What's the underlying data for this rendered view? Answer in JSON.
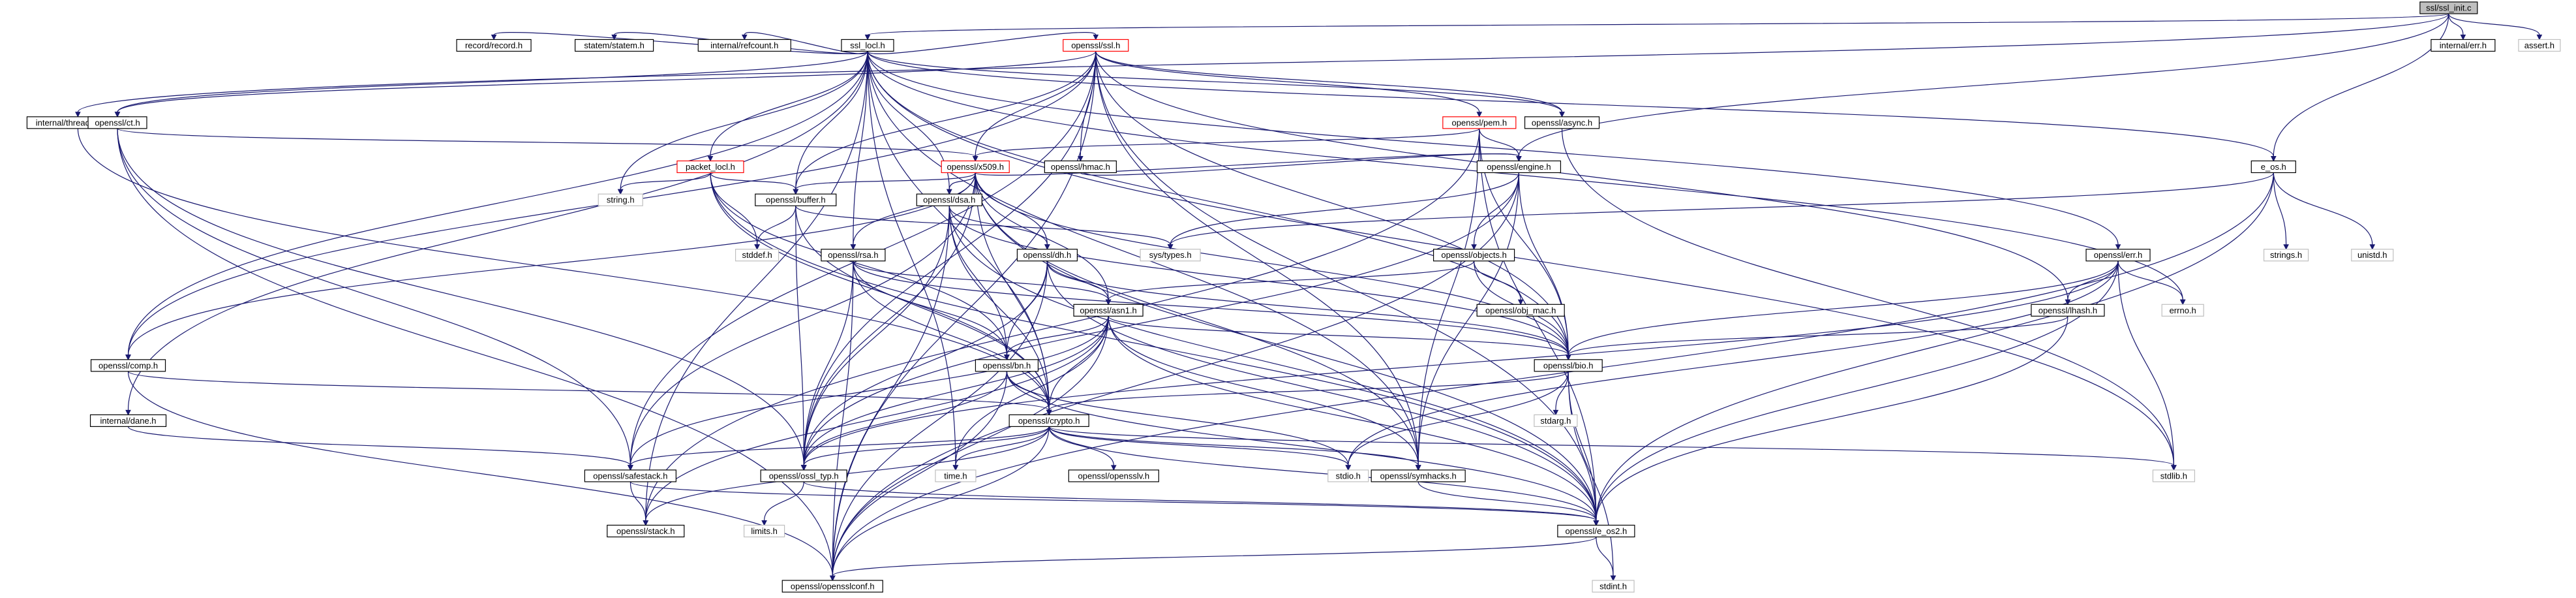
{
  "nodes": [
    {
      "id": "ssl_init",
      "label": "ssl/ssl_init.c",
      "kind": "root"
    },
    {
      "id": "ssl_locl",
      "label": "ssl_locl.h",
      "kind": "link"
    },
    {
      "id": "thread_once",
      "label": "internal/thread_once.h",
      "kind": "link"
    },
    {
      "id": "internal_err",
      "label": "internal/err.h",
      "kind": "link"
    },
    {
      "id": "assert",
      "label": "assert.h",
      "kind": "plain"
    },
    {
      "id": "e_os",
      "label": "e_os.h",
      "kind": "link"
    },
    {
      "id": "openssl_engine",
      "label": "openssl/engine.h",
      "kind": "link"
    },
    {
      "id": "record",
      "label": "record/record.h",
      "kind": "link"
    },
    {
      "id": "statem",
      "label": "statem/statem.h",
      "kind": "link"
    },
    {
      "id": "refcount",
      "label": "internal/refcount.h",
      "kind": "link"
    },
    {
      "id": "openssl_ssl",
      "label": "openssl/ssl.h",
      "kind": "red"
    },
    {
      "id": "openssl_async",
      "label": "openssl/async.h",
      "kind": "link"
    },
    {
      "id": "openssl_ct",
      "label": "openssl/ct.h",
      "kind": "link"
    },
    {
      "id": "packet_locl",
      "label": "packet_locl.h",
      "kind": "red"
    },
    {
      "id": "openssl_pem",
      "label": "openssl/pem.h",
      "kind": "red"
    },
    {
      "id": "openssl_hmac",
      "label": "openssl/hmac.h",
      "kind": "link"
    },
    {
      "id": "openssl_x509",
      "label": "openssl/x509.h",
      "kind": "red"
    },
    {
      "id": "string",
      "label": "string.h",
      "kind": "plain"
    },
    {
      "id": "openssl_buffer",
      "label": "openssl/buffer.h",
      "kind": "link"
    },
    {
      "id": "openssl_dsa",
      "label": "openssl/dsa.h",
      "kind": "link"
    },
    {
      "id": "openssl_rsa",
      "label": "openssl/rsa.h",
      "kind": "link"
    },
    {
      "id": "openssl_dh",
      "label": "openssl/dh.h",
      "kind": "link"
    },
    {
      "id": "openssl_objects",
      "label": "openssl/objects.h",
      "kind": "link"
    },
    {
      "id": "obj_mac",
      "label": "openssl/obj_mac.h",
      "kind": "link"
    },
    {
      "id": "openssl_err",
      "label": "openssl/err.h",
      "kind": "link"
    },
    {
      "id": "openssl_lhash",
      "label": "openssl/lhash.h",
      "kind": "link"
    },
    {
      "id": "errno",
      "label": "errno.h",
      "kind": "plain"
    },
    {
      "id": "sys_types",
      "label": "sys/types.h",
      "kind": "plain"
    },
    {
      "id": "stddef",
      "label": "stddef.h",
      "kind": "plain"
    },
    {
      "id": "strings",
      "label": "strings.h",
      "kind": "plain"
    },
    {
      "id": "unistd",
      "label": "unistd.h",
      "kind": "plain"
    },
    {
      "id": "openssl_asn1",
      "label": "openssl/asn1.h",
      "kind": "link"
    },
    {
      "id": "openssl_bn",
      "label": "openssl/bn.h",
      "kind": "link"
    },
    {
      "id": "openssl_bio",
      "label": "openssl/bio.h",
      "kind": "link"
    },
    {
      "id": "openssl_comp",
      "label": "openssl/comp.h",
      "kind": "link"
    },
    {
      "id": "internal_dane",
      "label": "internal/dane.h",
      "kind": "link"
    },
    {
      "id": "openssl_crypto",
      "label": "openssl/crypto.h",
      "kind": "link"
    },
    {
      "id": "stdarg",
      "label": "stdarg.h",
      "kind": "plain"
    },
    {
      "id": "safestack",
      "label": "openssl/safestack.h",
      "kind": "link"
    },
    {
      "id": "ossl_typ",
      "label": "openssl/ossl_typ.h",
      "kind": "link"
    },
    {
      "id": "opensslv",
      "label": "openssl/opensslv.h",
      "kind": "link"
    },
    {
      "id": "time",
      "label": "time.h",
      "kind": "plain"
    },
    {
      "id": "stdio",
      "label": "stdio.h",
      "kind": "plain"
    },
    {
      "id": "symhacks",
      "label": "openssl/symhacks.h",
      "kind": "link"
    },
    {
      "id": "stdlib",
      "label": "stdlib.h",
      "kind": "plain"
    },
    {
      "id": "limits",
      "label": "limits.h",
      "kind": "plain"
    },
    {
      "id": "stack",
      "label": "openssl/stack.h",
      "kind": "link"
    },
    {
      "id": "e_os2",
      "label": "openssl/e_os2.h",
      "kind": "link"
    },
    {
      "id": "opensslconf",
      "label": "openssl/opensslconf.h",
      "kind": "link"
    },
    {
      "id": "stdint",
      "label": "stdint.h",
      "kind": "plain"
    }
  ],
  "edges": [
    [
      "ssl_init",
      "ssl_locl"
    ],
    [
      "ssl_init",
      "thread_once"
    ],
    [
      "ssl_init",
      "internal_err"
    ],
    [
      "ssl_init",
      "assert"
    ],
    [
      "ssl_init",
      "e_os"
    ],
    [
      "ssl_init",
      "openssl_engine"
    ],
    [
      "ssl_locl",
      "record"
    ],
    [
      "ssl_locl",
      "statem"
    ],
    [
      "ssl_locl",
      "refcount"
    ],
    [
      "ssl_locl",
      "openssl_ssl"
    ],
    [
      "ssl_locl",
      "openssl_async"
    ],
    [
      "ssl_locl",
      "openssl_ct"
    ],
    [
      "ssl_locl",
      "packet_locl"
    ],
    [
      "ssl_locl",
      "string"
    ],
    [
      "ssl_locl",
      "openssl_buffer"
    ],
    [
      "ssl_locl",
      "openssl_dsa"
    ],
    [
      "ssl_locl",
      "openssl_rsa"
    ],
    [
      "ssl_locl",
      "openssl_err"
    ],
    [
      "ssl_locl",
      "openssl_comp"
    ],
    [
      "ssl_locl",
      "internal_dane"
    ],
    [
      "ssl_locl",
      "openssl_crypto"
    ],
    [
      "ssl_locl",
      "stack"
    ],
    [
      "ssl_locl",
      "errno"
    ],
    [
      "ssl_locl",
      "time"
    ],
    [
      "ssl_locl",
      "stdlib"
    ],
    [
      "ssl_locl",
      "e_os"
    ],
    [
      "ssl_locl",
      "openssl_bio"
    ],
    [
      "ssl_locl",
      "symhacks"
    ],
    [
      "thread_once",
      "openssl_crypto"
    ],
    [
      "openssl_ssl",
      "openssl_pem"
    ],
    [
      "openssl_ssl",
      "openssl_hmac"
    ],
    [
      "openssl_ssl",
      "openssl_x509"
    ],
    [
      "openssl_ssl",
      "openssl_ct"
    ],
    [
      "openssl_ssl",
      "openssl_async"
    ],
    [
      "openssl_ssl",
      "openssl_lhash"
    ],
    [
      "openssl_ssl",
      "openssl_buffer"
    ],
    [
      "openssl_ssl",
      "openssl_comp"
    ],
    [
      "openssl_ssl",
      "openssl_bio"
    ],
    [
      "openssl_ssl",
      "safestack"
    ],
    [
      "openssl_ssl",
      "e_os2"
    ],
    [
      "openssl_ssl",
      "opensslconf"
    ],
    [
      "openssl_ssl",
      "ossl_typ"
    ],
    [
      "openssl_ssl",
      "symhacks"
    ],
    [
      "openssl_async",
      "stdlib"
    ],
    [
      "openssl_ct",
      "openssl_x509"
    ],
    [
      "openssl_ct",
      "safestack"
    ],
    [
      "openssl_ct",
      "ossl_typ"
    ],
    [
      "openssl_ct",
      "opensslconf"
    ],
    [
      "packet_locl",
      "string"
    ],
    [
      "packet_locl",
      "openssl_buffer"
    ],
    [
      "packet_locl",
      "openssl_bn"
    ],
    [
      "packet_locl",
      "e_os2"
    ],
    [
      "packet_locl",
      "openssl_crypto"
    ],
    [
      "packet_locl",
      "stddef"
    ],
    [
      "openssl_pem",
      "openssl_x509"
    ],
    [
      "openssl_pem",
      "openssl_engine"
    ],
    [
      "openssl_pem",
      "openssl_bio"
    ],
    [
      "openssl_pem",
      "stack"
    ],
    [
      "openssl_pem",
      "e_os2"
    ],
    [
      "openssl_pem",
      "symhacks"
    ],
    [
      "openssl_hmac",
      "openssl_engine"
    ],
    [
      "openssl_x509",
      "openssl_buffer"
    ],
    [
      "openssl_x509",
      "openssl_dsa"
    ],
    [
      "openssl_x509",
      "openssl_rsa"
    ],
    [
      "openssl_x509",
      "openssl_dh"
    ],
    [
      "openssl_x509",
      "openssl_engine"
    ],
    [
      "openssl_x509",
      "openssl_asn1"
    ],
    [
      "openssl_x509",
      "openssl_bio"
    ],
    [
      "openssl_x509",
      "openssl_crypto"
    ],
    [
      "openssl_x509",
      "safestack"
    ],
    [
      "openssl_x509",
      "ossl_typ"
    ],
    [
      "openssl_x509",
      "e_os2"
    ],
    [
      "openssl_x509",
      "symhacks"
    ],
    [
      "openssl_x509",
      "openssl_comp"
    ],
    [
      "openssl_buffer",
      "openssl_crypto"
    ],
    [
      "openssl_buffer",
      "stddef"
    ],
    [
      "openssl_buffer",
      "sys_types"
    ],
    [
      "openssl_buffer",
      "ossl_typ"
    ],
    [
      "openssl_dsa",
      "openssl_dh"
    ],
    [
      "openssl_dsa",
      "openssl_bn"
    ],
    [
      "openssl_dsa",
      "openssl_bio"
    ],
    [
      "openssl_dsa",
      "openssl_crypto"
    ],
    [
      "openssl_dsa",
      "e_os2"
    ],
    [
      "openssl_dsa",
      "ossl_typ"
    ],
    [
      "openssl_dsa",
      "opensslconf"
    ],
    [
      "openssl_rsa",
      "openssl_asn1"
    ],
    [
      "openssl_rsa",
      "openssl_bn"
    ],
    [
      "openssl_rsa",
      "openssl_bio"
    ],
    [
      "openssl_rsa",
      "openssl_crypto"
    ],
    [
      "openssl_rsa",
      "ossl_typ"
    ],
    [
      "openssl_rsa",
      "opensslconf"
    ],
    [
      "openssl_dh",
      "openssl_asn1"
    ],
    [
      "openssl_dh",
      "openssl_bn"
    ],
    [
      "openssl_dh",
      "openssl_bio"
    ],
    [
      "openssl_dh",
      "ossl_typ"
    ],
    [
      "openssl_dh",
      "e_os2"
    ],
    [
      "openssl_dh",
      "opensslconf"
    ],
    [
      "openssl_engine",
      "openssl_objects"
    ],
    [
      "openssl_engine",
      "openssl_bio"
    ],
    [
      "openssl_engine",
      "opensslconf"
    ],
    [
      "openssl_engine",
      "ossl_typ"
    ],
    [
      "openssl_engine",
      "symhacks"
    ],
    [
      "openssl_engine",
      "sys_types"
    ],
    [
      "openssl_objects",
      "obj_mac"
    ],
    [
      "openssl_objects",
      "openssl_asn1"
    ],
    [
      "openssl_objects",
      "openssl_bio"
    ],
    [
      "openssl_err",
      "openssl_lhash"
    ],
    [
      "openssl_err",
      "openssl_bio"
    ],
    [
      "openssl_err",
      "errno"
    ],
    [
      "openssl_err",
      "stdlib"
    ],
    [
      "openssl_err",
      "stdio"
    ],
    [
      "openssl_err",
      "e_os2"
    ],
    [
      "openssl_err",
      "ossl_typ"
    ],
    [
      "openssl_lhash",
      "openssl_bio"
    ],
    [
      "openssl_lhash",
      "e_os2"
    ],
    [
      "e_os",
      "sys_types"
    ],
    [
      "e_os",
      "strings"
    ],
    [
      "e_os",
      "unistd"
    ],
    [
      "e_os",
      "e_os2"
    ],
    [
      "e_os",
      "opensslconf"
    ],
    [
      "openssl_asn1",
      "openssl_bn"
    ],
    [
      "openssl_asn1",
      "openssl_bio"
    ],
    [
      "openssl_asn1",
      "time"
    ],
    [
      "openssl_asn1",
      "e_os2"
    ],
    [
      "openssl_asn1",
      "safestack"
    ],
    [
      "openssl_asn1",
      "ossl_typ"
    ],
    [
      "openssl_asn1",
      "stack"
    ],
    [
      "openssl_asn1",
      "opensslconf"
    ],
    [
      "openssl_asn1",
      "symhacks"
    ],
    [
      "openssl_asn1",
      "openssl_crypto"
    ],
    [
      "openssl_bn",
      "openssl_crypto"
    ],
    [
      "openssl_bn",
      "e_os2"
    ],
    [
      "openssl_bn",
      "stdio"
    ],
    [
      "openssl_bn",
      "ossl_typ"
    ],
    [
      "openssl_bn",
      "opensslconf"
    ],
    [
      "openssl_bio",
      "openssl_crypto"
    ],
    [
      "openssl_bio",
      "stdarg"
    ],
    [
      "openssl_bio",
      "stdio"
    ],
    [
      "openssl_bio",
      "e_os2"
    ],
    [
      "openssl_bio",
      "stdint"
    ],
    [
      "openssl_comp",
      "openssl_crypto"
    ],
    [
      "openssl_comp",
      "opensslconf"
    ],
    [
      "internal_dane",
      "safestack"
    ],
    [
      "openssl_crypto",
      "safestack"
    ],
    [
      "openssl_crypto",
      "ossl_typ"
    ],
    [
      "openssl_crypto",
      "opensslv"
    ],
    [
      "openssl_crypto",
      "time"
    ],
    [
      "openssl_crypto",
      "stdio"
    ],
    [
      "openssl_crypto",
      "symhacks"
    ],
    [
      "openssl_crypto",
      "stdlib"
    ],
    [
      "openssl_crypto",
      "e_os2"
    ],
    [
      "openssl_crypto",
      "opensslconf"
    ],
    [
      "openssl_crypto",
      "stack"
    ],
    [
      "safestack",
      "stack"
    ],
    [
      "safestack",
      "e_os2"
    ],
    [
      "ossl_typ",
      "limits"
    ],
    [
      "ossl_typ",
      "e_os2"
    ],
    [
      "symhacks",
      "e_os2"
    ],
    [
      "e_os2",
      "opensslconf"
    ],
    [
      "e_os2",
      "stdint"
    ]
  ]
}
